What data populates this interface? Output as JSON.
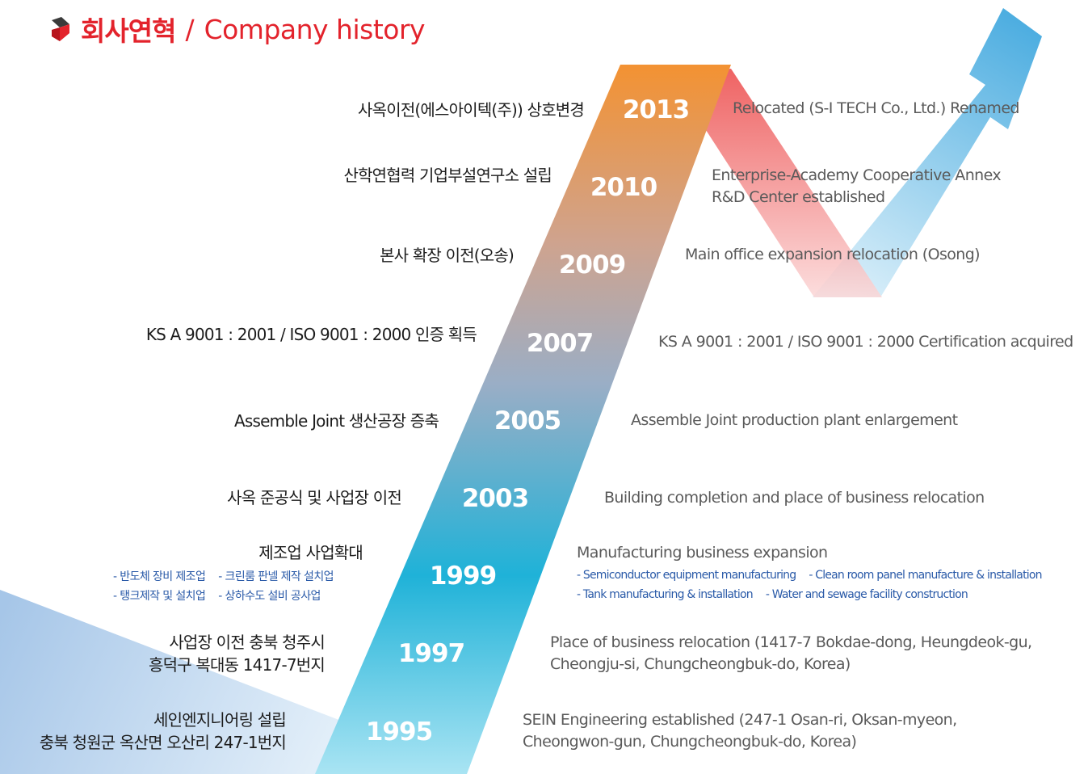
{
  "header": {
    "title_ko": "회사연혁",
    "separator": "/",
    "title_en": "Company history"
  },
  "colors": {
    "accent": "#e3232c",
    "band_top": "#f39232",
    "band_mid": "#9aaec6",
    "band_bottom": "#1fb2d8",
    "arrow_blue": "#4fb0e0",
    "arrow_red": "#ee4b4b",
    "sub_text": "#2a5aa8"
  },
  "timeline": [
    {
      "year": "2013",
      "ko": [
        "사옥이전(에스아이텍(주)) 상호변경"
      ],
      "en": [
        "Relocated (S-I TECH Co., Ltd.) Renamed"
      ]
    },
    {
      "year": "2010",
      "ko": [
        "산학연협력 기업부설연구소 설립"
      ],
      "en": [
        "Enterprise-Academy Cooperative Annex",
        "R&D Center established"
      ]
    },
    {
      "year": "2009",
      "ko": [
        "본사 확장 이전(오송)"
      ],
      "en": [
        "Main office expansion relocation (Osong)"
      ]
    },
    {
      "year": "2007",
      "ko": [
        "KS A 9001 : 2001 / ISO 9001 : 2000 인증 획득"
      ],
      "en": [
        "KS A 9001 : 2001 / ISO 9001 : 2000 Certification acquired"
      ]
    },
    {
      "year": "2005",
      "ko": [
        "Assemble Joint 생산공장 증축"
      ],
      "en": [
        "Assemble Joint production plant enlargement"
      ]
    },
    {
      "year": "2003",
      "ko": [
        "사옥 준공식 및 사업장 이전"
      ],
      "en": [
        "Building completion and place of business relocation"
      ]
    },
    {
      "year": "1999",
      "ko": [
        "제조업 사업확대"
      ],
      "en": [
        "Manufacturing business expansion"
      ],
      "ko_sub": [
        [
          "- 반도체 장비 제조업",
          "- 크린룸 판넬 제작 설치업"
        ],
        [
          "- 탱크제작 및 설치업",
          "- 상하수도 설비 공사업"
        ]
      ],
      "en_sub": [
        [
          "- Semiconductor equipment manufacturing",
          "- Clean room panel manufacture & installation"
        ],
        [
          "- Tank manufacturing & installation",
          "- Water and sewage facility construction"
        ]
      ]
    },
    {
      "year": "1997",
      "ko": [
        "사업장 이전 충북 청주시",
        "흥덕구 복대동 1417-7번지"
      ],
      "en": [
        "Place of business relocation (1417-7 Bokdae-dong, Heungdeok-gu,",
        "Cheongju-si, Chungcheongbuk-do, Korea)"
      ]
    },
    {
      "year": "1995",
      "ko": [
        "세인엔지니어링 설립",
        "충북 청원군 옥산면 오산리 247-1번지"
      ],
      "en": [
        "SEIN Engineering established (247-1 Osan-ri, Oksan-myeon,",
        "Cheongwon-gun, Chungcheongbuk-do, Korea)"
      ]
    }
  ]
}
